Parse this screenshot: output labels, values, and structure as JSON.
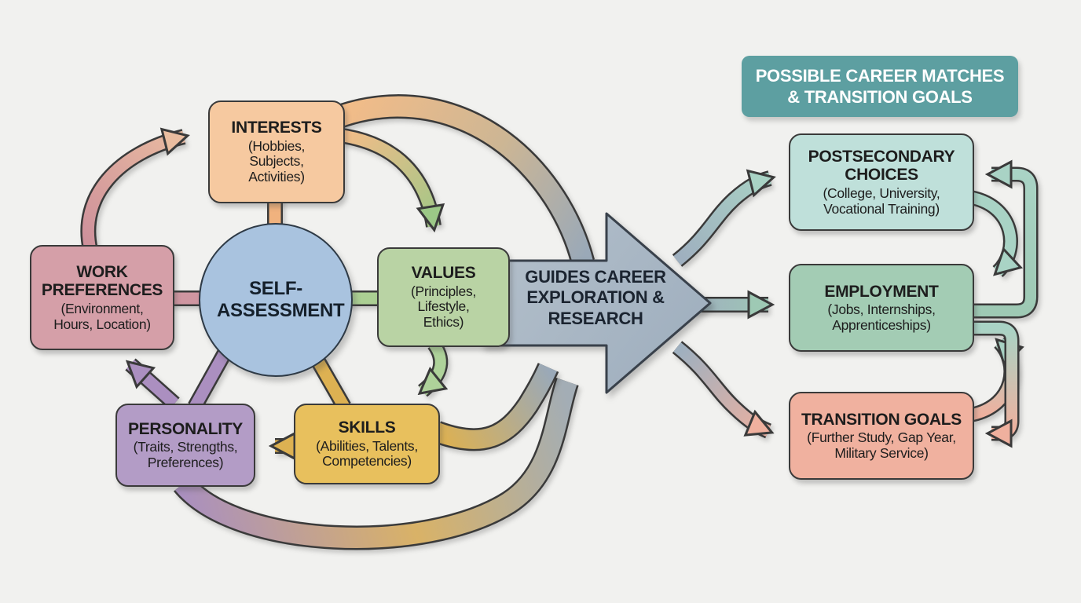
{
  "canvas": {
    "background": "#f1f1ef"
  },
  "hub": {
    "label": "SELF-ASSESSMENT",
    "color": "#a9c3df"
  },
  "factors": {
    "interests": {
      "title": "INTERESTS",
      "subtitle": "(Hobbies, Subjects, Activities)",
      "color": "#f6c9a0"
    },
    "work_preferences": {
      "title": "WORK PREFERENCES",
      "subtitle": "(Environment, Hours, Location)",
      "color": "#d59fa8"
    },
    "values": {
      "title": "VALUES",
      "subtitle": "(Principles, Lifestyle, Ethics)",
      "color": "#b9d3a4"
    },
    "personality": {
      "title": "PERSONALITY",
      "subtitle": "(Traits, Strengths, Preferences)",
      "color": "#b39cc6"
    },
    "skills": {
      "title": "SKILLS",
      "subtitle": "(Abilities, Talents, Competencies)",
      "color": "#e8c05d"
    }
  },
  "center_arrow": {
    "label": "GUIDES CAREER EXPLORATION & RESEARCH",
    "color": "#a8b6c3"
  },
  "outcomes_header": {
    "label": "POSSIBLE CAREER MATCHES & TRANSITION GOALS",
    "color": "#5d9fa1",
    "text_color": "#ffffff"
  },
  "outcomes": {
    "postsecondary": {
      "title": "POSTSECONDARY CHOICES",
      "subtitle": "(College, University, Vocational Training)",
      "color": "#bfe0da"
    },
    "employment": {
      "title": "EMPLOYMENT",
      "subtitle": "(Jobs, Internships, Apprenticeships)",
      "color": "#a3ccb4"
    },
    "transition": {
      "title": "TRANSITION GOALS",
      "subtitle": "(Further Study, Gap Year, Military Service)",
      "color": "#f0b19f"
    }
  },
  "connections": [
    {
      "from": "self-assessment",
      "to": "interests"
    },
    {
      "from": "self-assessment",
      "to": "work-preferences"
    },
    {
      "from": "self-assessment",
      "to": "values"
    },
    {
      "from": "self-assessment",
      "to": "personality"
    },
    {
      "from": "self-assessment",
      "to": "skills"
    },
    {
      "from": "work-preferences",
      "to": "interests"
    },
    {
      "from": "interests",
      "to": "values"
    },
    {
      "from": "values",
      "to": "skills"
    },
    {
      "from": "skills",
      "to": "personality"
    },
    {
      "from": "personality",
      "to": "work-preferences"
    },
    {
      "from": "interests",
      "to": "guides-career-exploration"
    },
    {
      "from": "skills",
      "to": "guides-career-exploration"
    },
    {
      "from": "personality",
      "to": "guides-career-exploration"
    },
    {
      "from": "guides-career-exploration",
      "to": "postsecondary-choices"
    },
    {
      "from": "guides-career-exploration",
      "to": "employment"
    },
    {
      "from": "guides-career-exploration",
      "to": "transition-goals"
    },
    {
      "from": "postsecondary-choices",
      "to": "employment"
    },
    {
      "from": "employment",
      "to": "postsecondary-choices"
    },
    {
      "from": "transition-goals",
      "to": "employment"
    },
    {
      "from": "employment",
      "to": "transition-goals"
    }
  ]
}
